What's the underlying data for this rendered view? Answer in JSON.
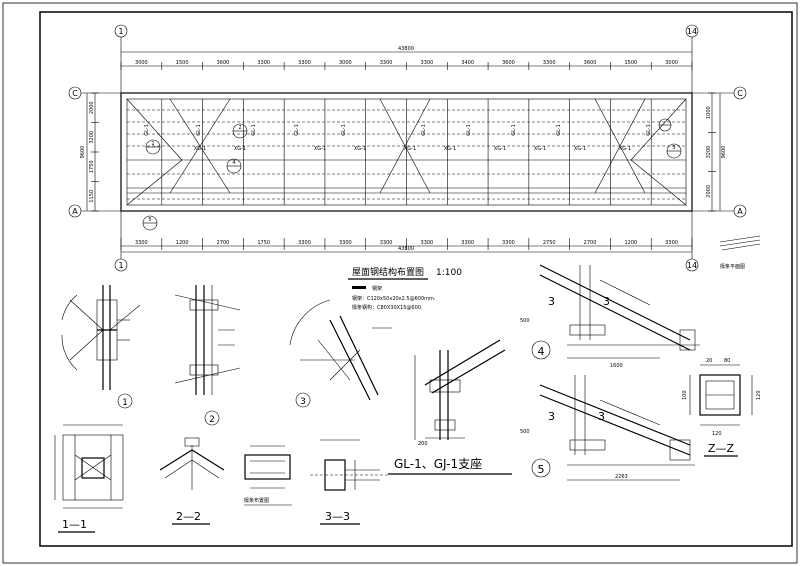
{
  "plan": {
    "total_dim_top": "43800",
    "total_dim_bottom": "43800",
    "top_spans": [
      "3000",
      "1500",
      "3600",
      "3300",
      "3300",
      "3000",
      "3300",
      "3300",
      "3400",
      "3600",
      "3300",
      "3600",
      "1500",
      "3000"
    ],
    "bottom_spans": [
      "3300",
      "1200",
      "2700",
      "1750",
      "3300",
      "3300",
      "3300",
      "3300",
      "3300",
      "3300",
      "2750",
      "2700",
      "1200",
      "3300"
    ],
    "left_dims": [
      "2000",
      "3200",
      "1750",
      "1150"
    ],
    "left_total": "9600",
    "right_dims": [
      "1000",
      "3200",
      "2000"
    ],
    "right_total": "9600",
    "axis_left": "1",
    "axis_right": "14",
    "axis_top_row": "C",
    "axis_bottom_row": "A",
    "member_labels": [
      "XG-1",
      "XG-1",
      "XG-1",
      "XG-1",
      "XG-1",
      "XG-1",
      "XG-1",
      "XG-1",
      "XG-1",
      "XG-1"
    ],
    "gl_labels": [
      "GL-1",
      "GL-1",
      "GL-1",
      "GL-1",
      "GL-1",
      "GL-1",
      "GL-1",
      "GL-1",
      "GL-1",
      "GL-1"
    ],
    "callouts": [
      "1",
      "2",
      "3",
      "4",
      "5"
    ],
    "title": "屋面钢结构布置图",
    "scale": "1:100"
  },
  "notes": {
    "legend": "钢架",
    "line1": "钢架：C120x50x20x2.5@600mm.",
    "line2": "檩条钢构：C80X30X15@600."
  },
  "details": {
    "d1": "1",
    "d2": "2",
    "d3": "3",
    "d4": "4",
    "d5": "5",
    "sec_11": "1—1",
    "sec_22": "2—2",
    "sec_33": "3—3",
    "sec_zz": "Z—Z",
    "main_title": "GL-1、GJ-1支座",
    "small_plan": "檩条布置图",
    "roof_note": "檩条平面图",
    "dim_1600": "1600",
    "dim_2263": "2263",
    "dim_500a": "500",
    "dim_500b": "500",
    "dim_200": "200",
    "dim_120a": "120",
    "dim_120b": "120",
    "dim_100": "100",
    "dim_20a": "20",
    "dim_80": "80"
  }
}
